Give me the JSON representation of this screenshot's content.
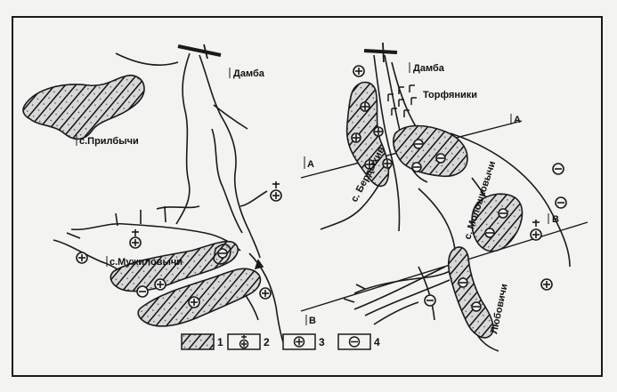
{
  "labels": {
    "dam_left": "Дамба",
    "village_pribychi": "с.Прилбычи",
    "village_muzhilovychi": "с.Мужиловычи",
    "dam_right": "Дамба",
    "peat": "Торфяники",
    "village_berdykhiv": "с. Бердыхив",
    "village_moloshkovychi": "с. Молошковычи",
    "village_lyubovychi": "Любовичи",
    "section_a_left": "А",
    "section_a_right": "А",
    "section_b_left": "В",
    "section_b_right": "В"
  },
  "legend": [
    {
      "num": "1",
      "icon": "hatched-area-icon"
    },
    {
      "num": "2",
      "icon": "cross-plus-icon"
    },
    {
      "num": "3",
      "icon": "plus-circle-icon"
    },
    {
      "num": "4",
      "icon": "minus-circle-icon"
    }
  ],
  "colors": {
    "ink": "#1a1a1a",
    "paper": "#f3f3f1",
    "hatch_fill": "#dcdcdc"
  }
}
